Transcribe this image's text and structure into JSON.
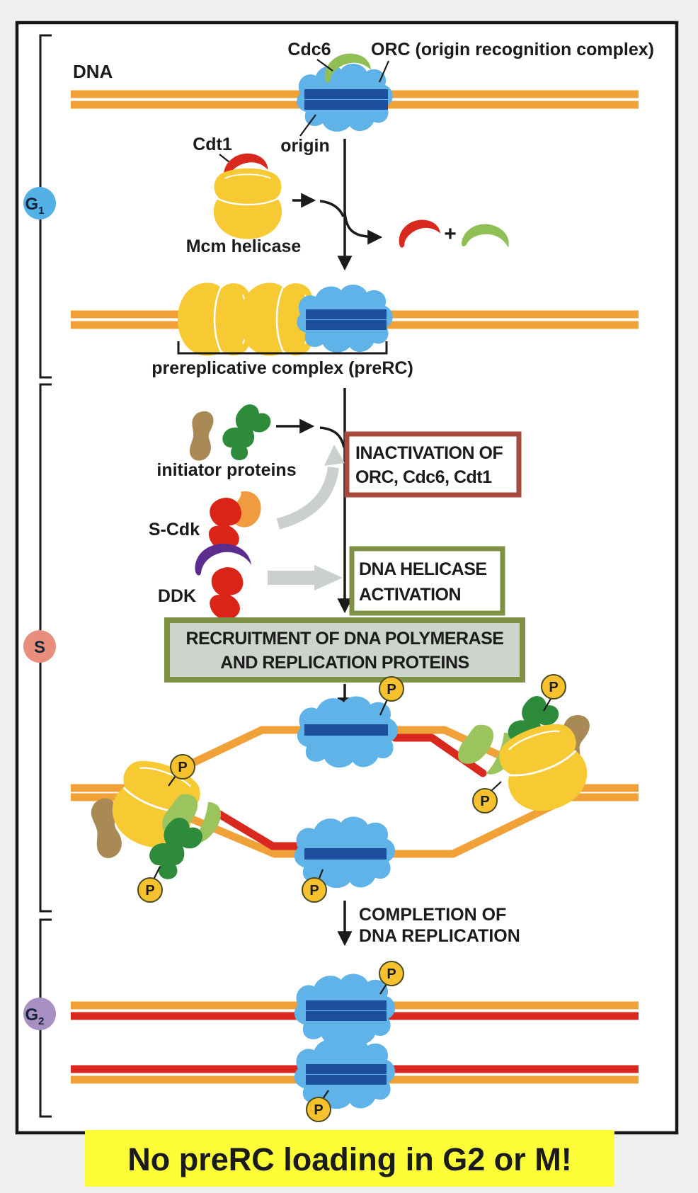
{
  "labels": {
    "dna": "DNA",
    "cdc6": "Cdc6",
    "orc": "ORC (origin recognition complex)",
    "cdt1": "Cdt1",
    "origin": "origin",
    "mcm_helicase": "Mcm helicase",
    "prerc": "prereplicative complex (preRC)",
    "initiator_proteins": "initiator proteins",
    "s_cdk": "S-Cdk",
    "ddk": "DDK"
  },
  "plus_sign": "+",
  "p_badge": "P",
  "phases": {
    "g1": {
      "letter": "G",
      "sub": "1"
    },
    "s": {
      "letter": "S"
    },
    "g2": {
      "letter": "G",
      "sub": "2"
    }
  },
  "boxes": {
    "inactivation": {
      "line1": "INACTIVATION OF",
      "line2": "ORC, Cdc6, Cdt1"
    },
    "helicase_activation": {
      "line1": "DNA HELICASE",
      "line2": "ACTIVATION"
    },
    "recruitment": {
      "line1": "RECRUITMENT OF DNA POLYMERASE",
      "line2": "AND REPLICATION PROTEINS"
    }
  },
  "arrow_annotations": {
    "completion": {
      "line1": "COMPLETION OF",
      "line2": "DNA REPLICATION"
    }
  },
  "banner": {
    "text": "No preRC loading in G2 or M!"
  },
  "colors": {
    "dna_strand_orange": "#f0a137",
    "new_strand_red": "#d9291f",
    "origin_blue": "#1d4f9e",
    "orc_blue": "#5fb3e8",
    "cdc6_green": "#90bf55",
    "cdt1_red": "#d9291f",
    "mcm_yellow": "#f7c933",
    "initiator_brown": "#a98a56",
    "initiator_green": "#2e8b3c",
    "fork_light_green": "#9cc45e",
    "s_cdk_orange": "#f09b40",
    "kinase_red": "#da2417",
    "ddk_purple": "#5b2d8f",
    "gray_arrow": "#c9d0cd",
    "inactivation_box_border": "#a8493f",
    "activation_box_border": "#7e9144",
    "recruitment_box_fill": "#cdd4cc",
    "phase_g1_fill": "#54b1e6",
    "phase_s_fill": "#e98d7c",
    "phase_g2_fill": "#a78fc2",
    "phosphate_yellow": "#f5c12e",
    "banner_yellow": "#fdfd38"
  }
}
